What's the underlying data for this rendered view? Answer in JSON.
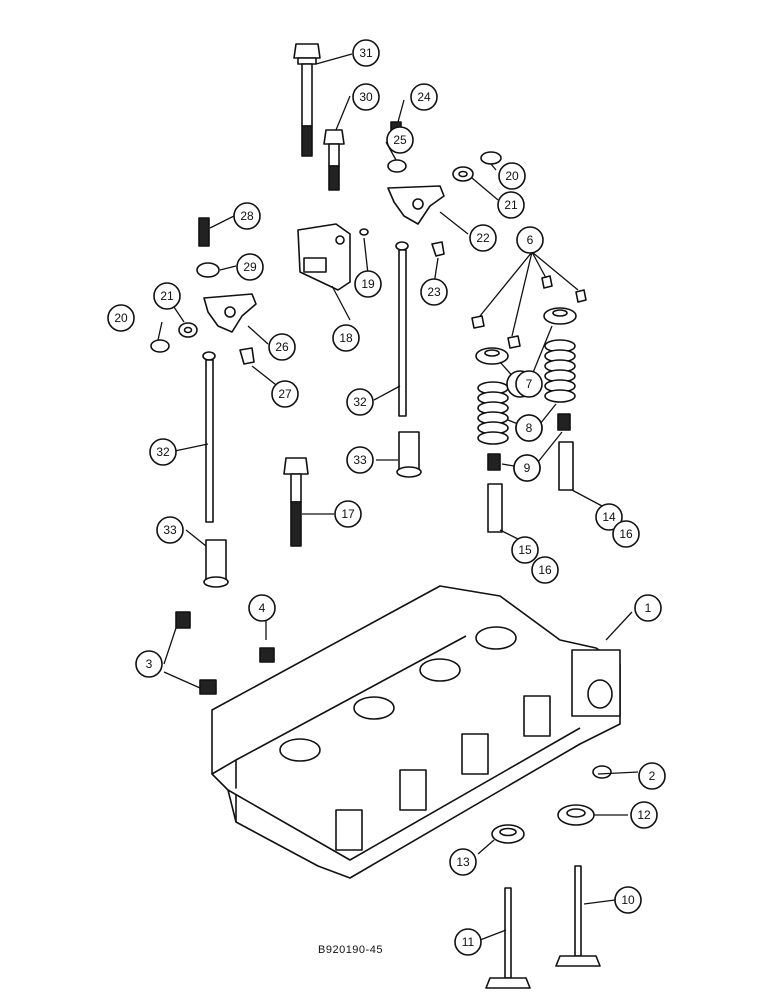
{
  "drawing_code": "B920190-45",
  "callouts": [
    {
      "id": "c1",
      "label": "1"
    },
    {
      "id": "c2",
      "label": "2"
    },
    {
      "id": "c3",
      "label": "3"
    },
    {
      "id": "c4",
      "label": "4"
    },
    {
      "id": "c6",
      "label": "6"
    },
    {
      "id": "c7a",
      "label": "7"
    },
    {
      "id": "c7b",
      "label": "7"
    },
    {
      "id": "c8a",
      "label": "8"
    },
    {
      "id": "c8b",
      "label": "8"
    },
    {
      "id": "c9a",
      "label": "9"
    },
    {
      "id": "c9b",
      "label": "9"
    },
    {
      "id": "c10",
      "label": "10"
    },
    {
      "id": "c11",
      "label": "11"
    },
    {
      "id": "c12",
      "label": "12"
    },
    {
      "id": "c13",
      "label": "13"
    },
    {
      "id": "c14",
      "label": "14"
    },
    {
      "id": "c15",
      "label": "15"
    },
    {
      "id": "c16a",
      "label": "16"
    },
    {
      "id": "c16b",
      "label": "16"
    },
    {
      "id": "c17",
      "label": "17"
    },
    {
      "id": "c18",
      "label": "18"
    },
    {
      "id": "c19",
      "label": "19"
    },
    {
      "id": "c20a",
      "label": "20"
    },
    {
      "id": "c20b",
      "label": "20"
    },
    {
      "id": "c21a",
      "label": "21"
    },
    {
      "id": "c21b",
      "label": "21"
    },
    {
      "id": "c22",
      "label": "22"
    },
    {
      "id": "c23",
      "label": "23"
    },
    {
      "id": "c24",
      "label": "24"
    },
    {
      "id": "c25",
      "label": "25"
    },
    {
      "id": "c26",
      "label": "26"
    },
    {
      "id": "c27",
      "label": "27"
    },
    {
      "id": "c28",
      "label": "28"
    },
    {
      "id": "c29",
      "label": "29"
    },
    {
      "id": "c30",
      "label": "30"
    },
    {
      "id": "c31",
      "label": "31"
    },
    {
      "id": "c32a",
      "label": "32"
    },
    {
      "id": "c32b",
      "label": "32"
    },
    {
      "id": "c33a",
      "label": "33"
    },
    {
      "id": "c33b",
      "label": "33"
    }
  ]
}
